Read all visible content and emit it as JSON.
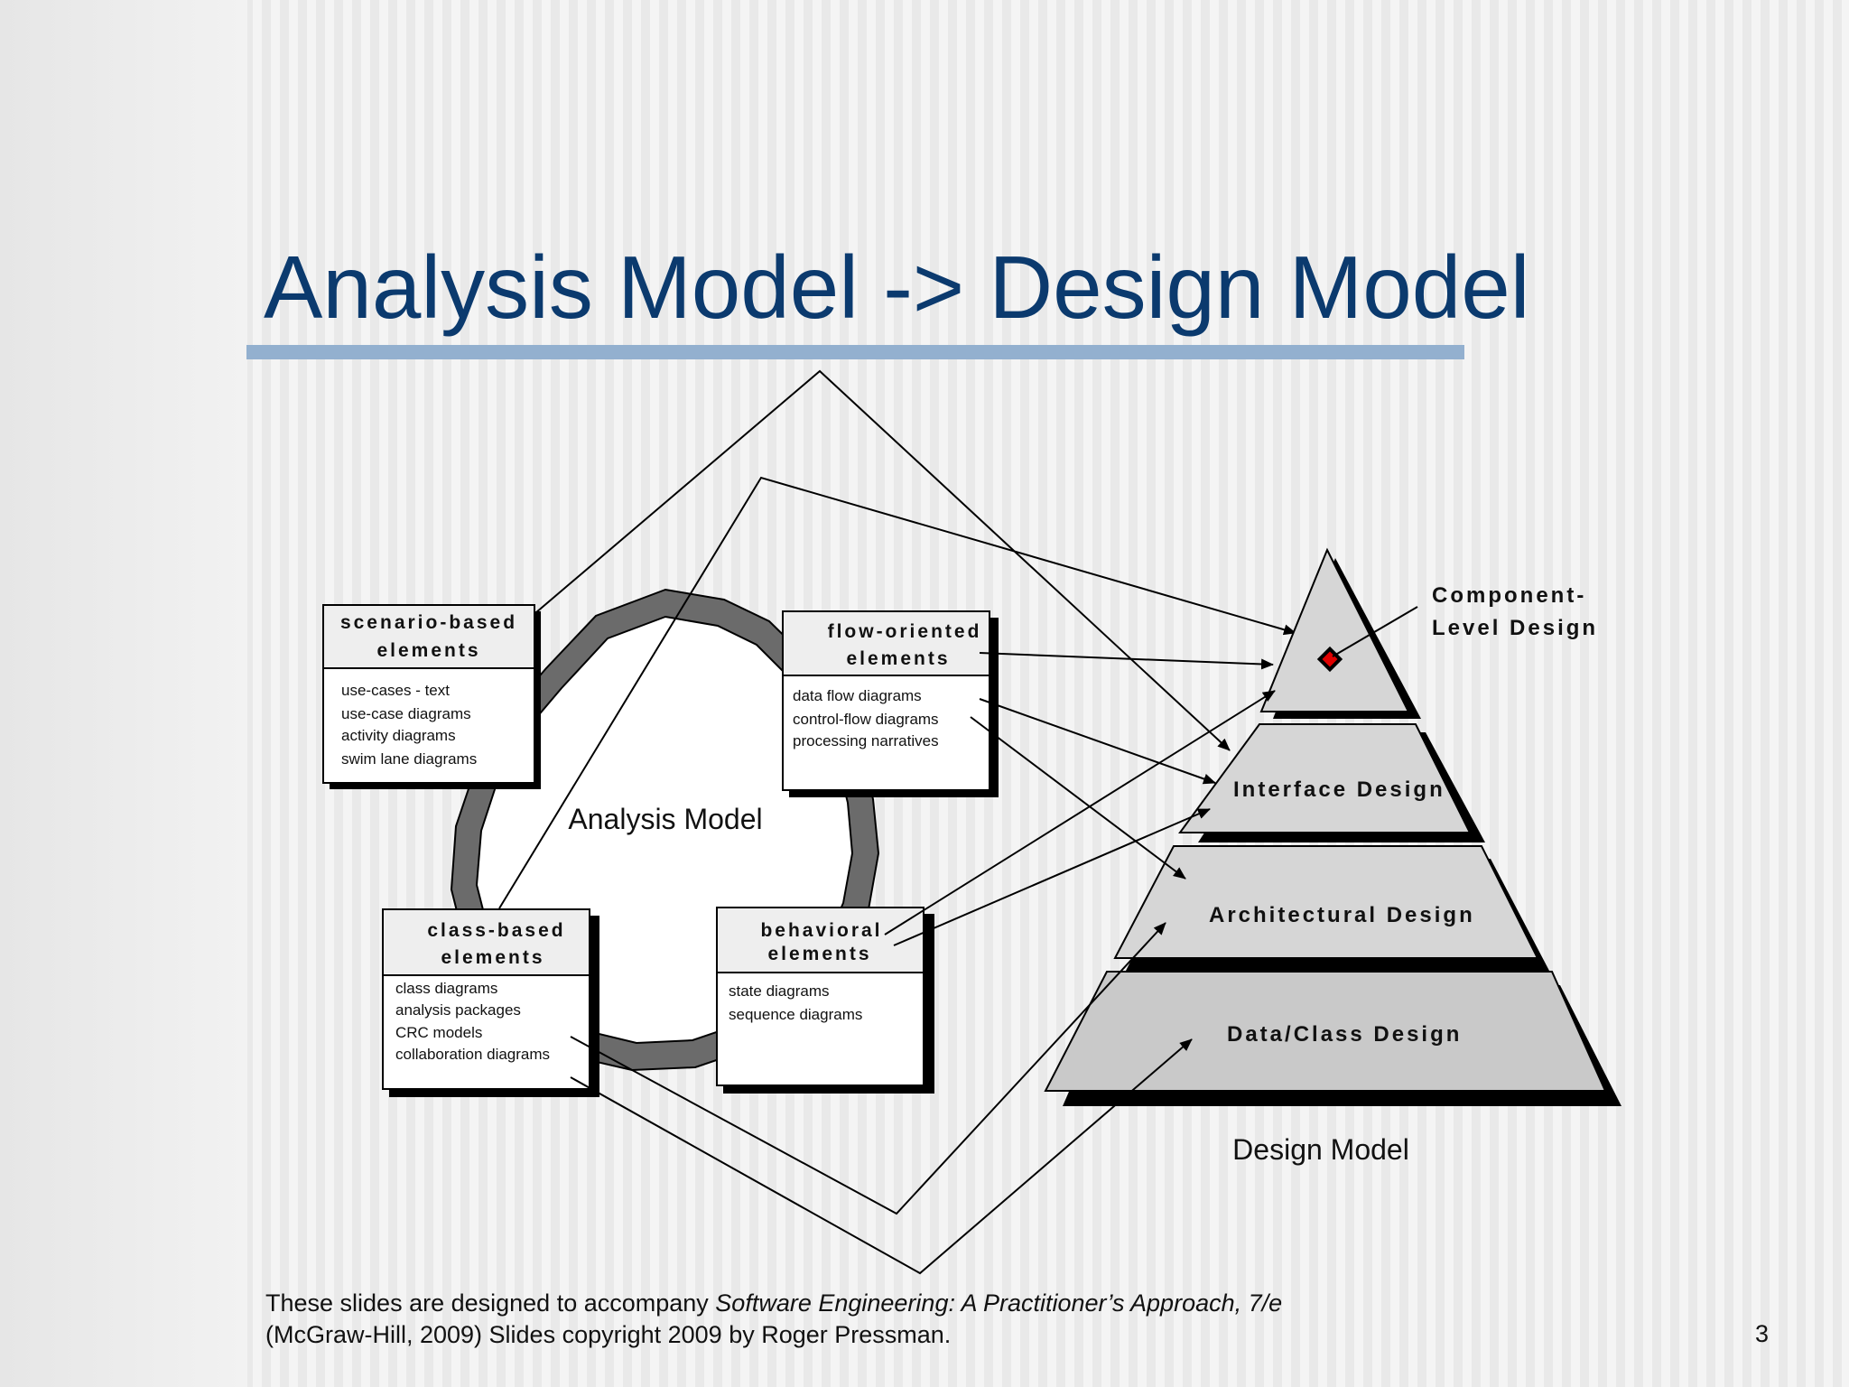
{
  "slide": {
    "title": "Analysis Model -> Design Model",
    "page_number": "3"
  },
  "analysis": {
    "label": "Analysis Model",
    "boxes": {
      "scenario": {
        "title": [
          "scenario-based",
          "elements"
        ],
        "items": [
          "use-cases - text",
          "use-case diagrams",
          "activity diagrams",
          "swim lane diagrams"
        ]
      },
      "flow": {
        "title": [
          "flow-oriented",
          "elements"
        ],
        "items": [
          "data flow diagrams",
          "control-flow diagrams",
          "processing narratives"
        ]
      },
      "class": {
        "title": [
          "class-based",
          "elements"
        ],
        "items": [
          "class diagrams",
          "analysis packages",
          "CRC models",
          "collaboration diagrams"
        ]
      },
      "behavioral": {
        "title": [
          "behavioral",
          "elements"
        ],
        "items": [
          "state diagrams",
          "sequence diagrams"
        ]
      }
    }
  },
  "design": {
    "label": "Design Model",
    "component_label": [
      "Component-",
      "Level Design"
    ],
    "layers": {
      "interface": "Interface Design",
      "architectural": "Architectural Design",
      "data": "Data/Class Design"
    }
  },
  "footer": {
    "line1_prefix": "These slides are designed to accompany ",
    "line1_book": "Software Engineering: A Practitioner’s Approach, 7/e",
    "line2": "(McGraw-Hill, 2009) Slides copyright 2009 by Roger Pressman."
  }
}
